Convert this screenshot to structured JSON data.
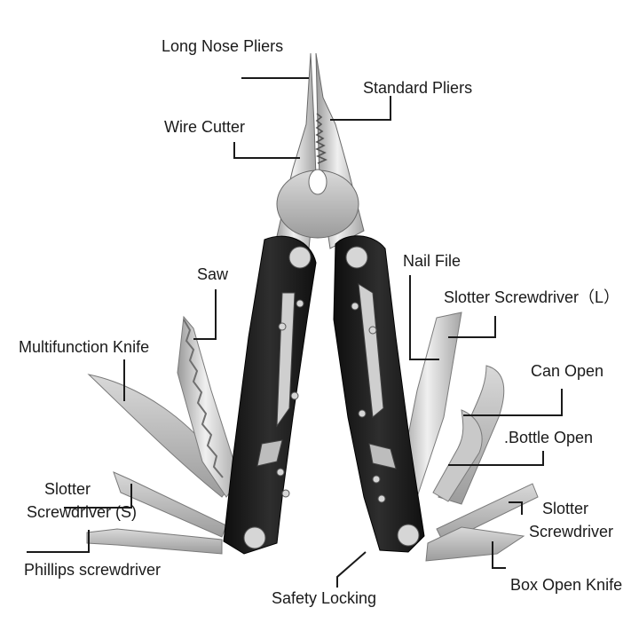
{
  "labels": {
    "long_nose_pliers": "Long Nose Pliers",
    "standard_pliers": "Standard Pliers",
    "wire_cutter": "Wire Cutter",
    "saw": "Saw",
    "nail_file": "Nail File",
    "slotter_screwdriver_l": "Slotter Screwdriver（L）",
    "multifunction_knife": "Multifunction Knife",
    "can_open": "Can Open",
    "bottle_open": ".Bottle Open",
    "slotter_screwdriver_s_line1": "Slotter",
    "slotter_screwdriver_s_line2": "Screwdriver (S)",
    "slotter_screwdriver_r_line1": "Slotter",
    "slotter_screwdriver_r_line2": "Screwdriver",
    "phillips_screwdriver": "Phillips screwdriver",
    "safety_locking": "Safety Locking",
    "box_open_knife": "Box Open Knife"
  },
  "colors": {
    "handle": "#1b1b1b",
    "steel_light": "#e6e6e6",
    "steel_mid": "#b8b8b8",
    "steel_dark": "#8a8a8a",
    "leader_line": "#1a1a1a"
  }
}
